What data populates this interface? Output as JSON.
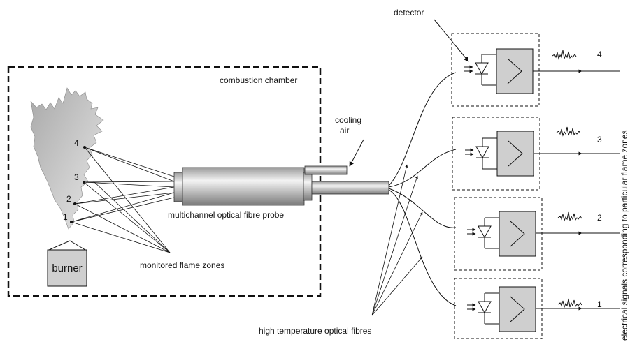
{
  "labels": {
    "combustion_chamber": "combustion chamber",
    "detector": "detector",
    "cooling_air_1": "cooling",
    "cooling_air_2": "air",
    "probe": "multichannel optical fibre probe",
    "monitored_zones": "monitored flame zones",
    "burner": "burner",
    "fibres": "high temperature optical fibres",
    "signals": "electrical signals corresponding to particular flame zones"
  },
  "zones": [
    "1",
    "2",
    "3",
    "4"
  ],
  "channels": [
    "4",
    "3",
    "2",
    "1"
  ],
  "colors": {
    "flame": "#b9b9b9",
    "probe": "#bdbdbd",
    "box": "#cfcfcf",
    "line": "#111111"
  }
}
